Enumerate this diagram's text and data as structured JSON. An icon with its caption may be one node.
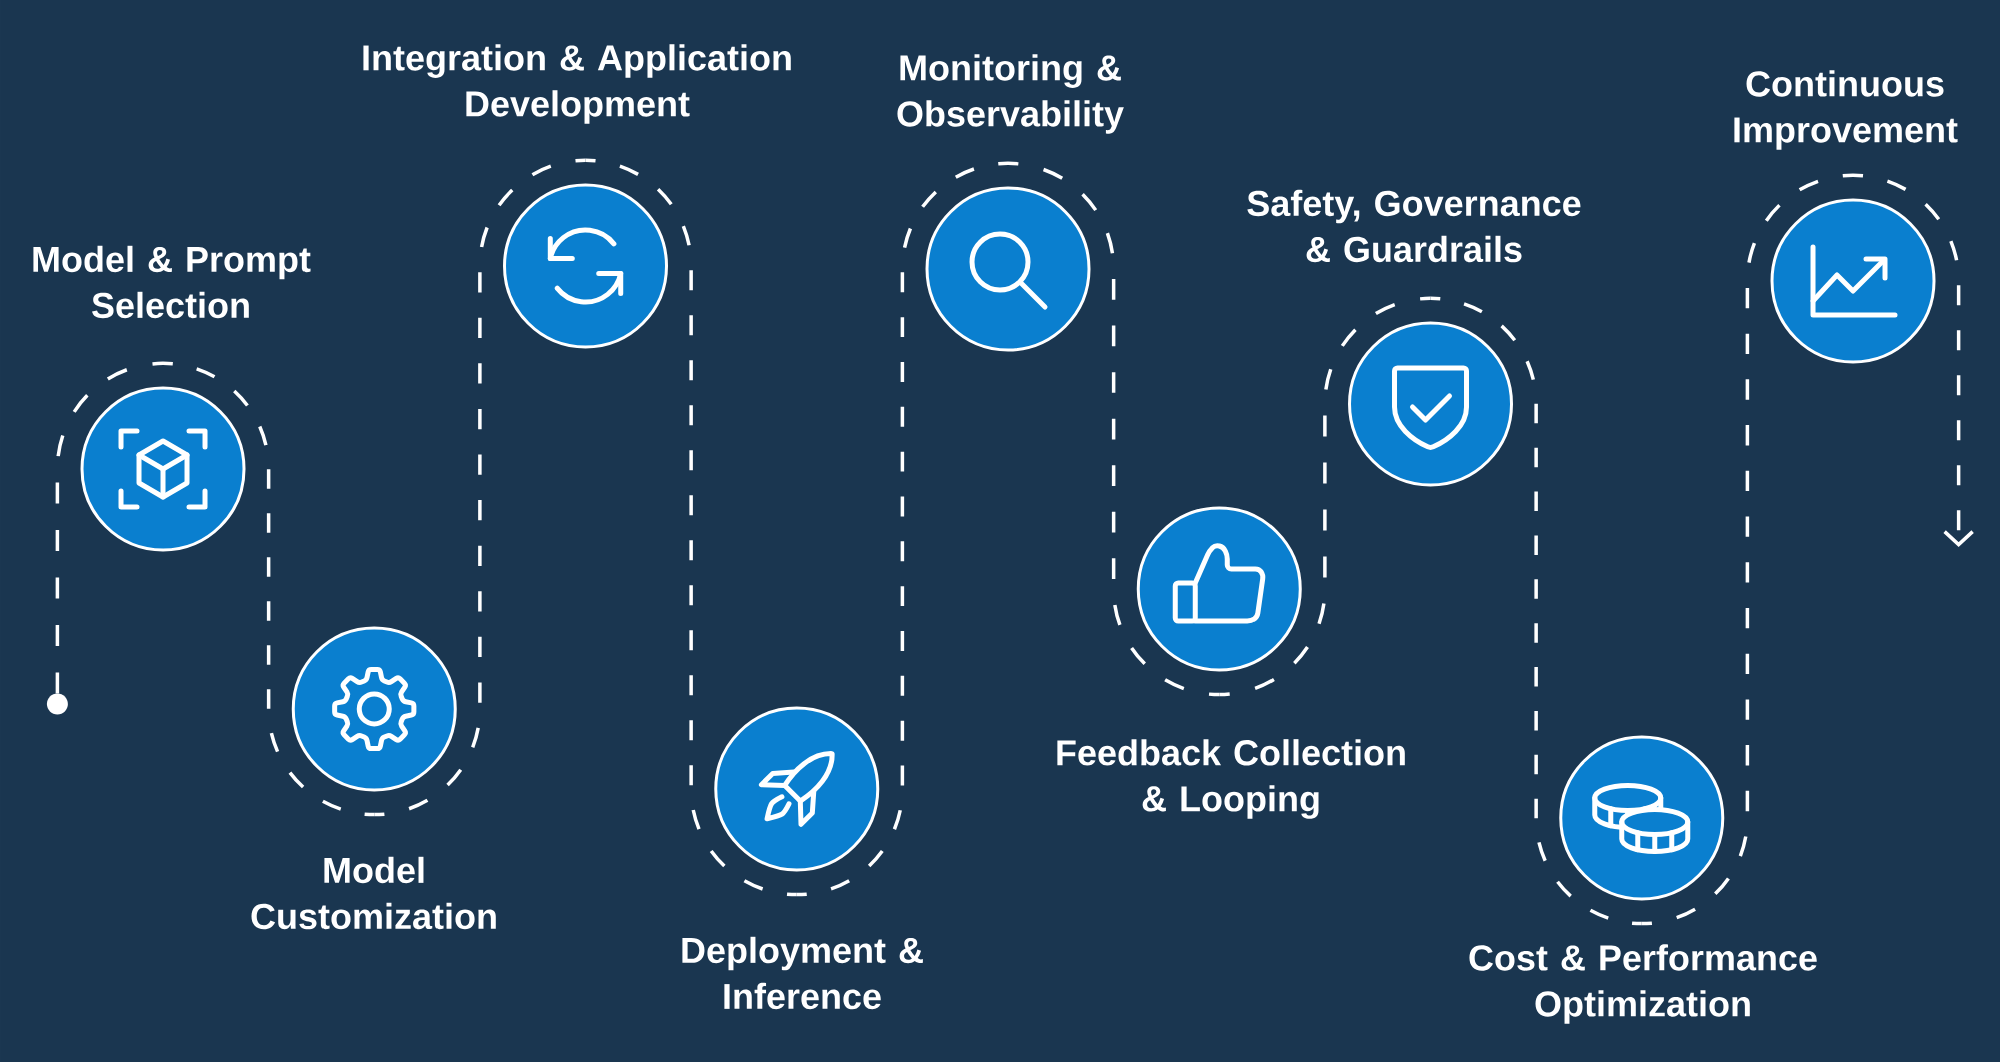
{
  "diagram": {
    "nodes": [
      {
        "text": [],
        "shape": "circle"
      },
      {
        "text": [
          "Model & Prompt Selection"
        ]
      },
      {
        "text": [
          "Model Customization"
        ]
      },
      {
        "text": [
          "Integration & Application Development"
        ]
      },
      {
        "text": [
          "Deployment & Inference"
        ]
      },
      {
        "text": [
          "Monitoring & Observability"
        ]
      },
      {
        "text": [
          "Feedback Collection & Looping"
        ]
      },
      {
        "text": [
          "Safety, Governance & Guardrails"
        ]
      },
      {
        "text": [
          "Cost & Performance Optimization"
        ]
      },
      {
        "text": [
          "Continuous Improvement"
        ]
      }
    ],
    "edges": [
      {
        "from": 0,
        "to": 1,
        "arrow": "none",
        "style": "dashed"
      },
      {
        "from": 1,
        "to": 2,
        "arrow": "none",
        "style": "dashed"
      },
      {
        "from": 2,
        "to": 3,
        "arrow": "none",
        "style": "dashed"
      },
      {
        "from": 3,
        "to": 4,
        "arrow": "none",
        "style": "dashed"
      },
      {
        "from": 4,
        "to": 5,
        "arrow": "none",
        "style": "dashed"
      },
      {
        "from": 5,
        "to": 6,
        "arrow": "none",
        "style": "dashed"
      },
      {
        "from": 6,
        "to": 7,
        "arrow": "none",
        "style": "dashed"
      },
      {
        "from": 7,
        "to": 8,
        "arrow": "none",
        "style": "dashed"
      },
      {
        "from": 8,
        "to": 9,
        "arrow": "none",
        "style": "dashed"
      },
      {
        "from": 9,
        "to": null,
        "arrow": "to",
        "style": "dashed"
      }
    ]
  }
}
